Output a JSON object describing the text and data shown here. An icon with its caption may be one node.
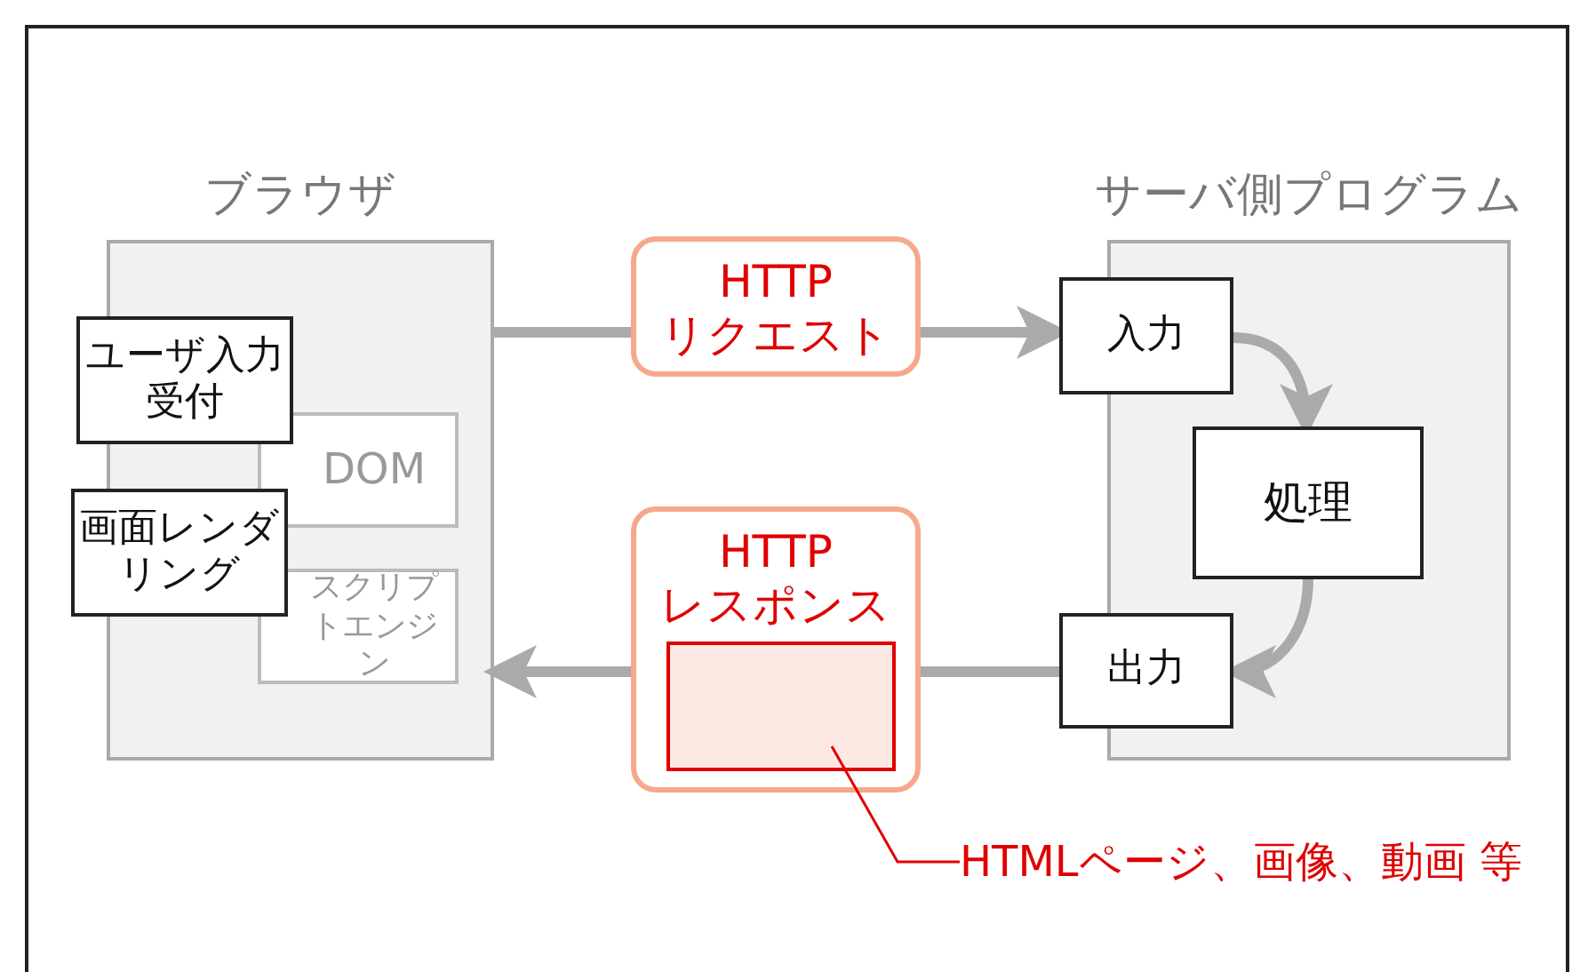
{
  "diagram": {
    "nodes": [
      {
        "text": [
          "ブラウザ"
        ]
      },
      {
        "text": [
          "ユーザ入力受付"
        ]
      },
      {
        "text": [
          "DOM"
        ],
        "in": 0
      },
      {
        "text": [
          "画面レンダリング"
        ]
      },
      {
        "text": [
          "スクリプトエンジン"
        ],
        "in": 0
      },
      {
        "text": [
          "HTTP リクエスト"
        ]
      },
      {
        "text": [
          "HTTP レスポンス"
        ]
      },
      {
        "text": [],
        "shape": "box",
        "in": 6
      },
      {
        "text": [
          "HTMLページ、画像、動画 等"
        ]
      },
      {
        "text": [
          "サーバ側プログラム"
        ]
      },
      {
        "text": [
          "入力"
        ]
      },
      {
        "text": [
          "処理"
        ],
        "in": 9
      },
      {
        "text": [
          "出力"
        ]
      }
    ],
    "edges": [
      {
        "from": 0,
        "to": 5,
        "arrow": "none"
      },
      {
        "from": 5,
        "to": 10,
        "arrow": "to"
      },
      {
        "from": 10,
        "to": 11,
        "arrow": "to"
      },
      {
        "from": 11,
        "to": 12,
        "arrow": "to"
      },
      {
        "from": 12,
        "to": 6,
        "arrow": "none"
      },
      {
        "from": 6,
        "to": 0,
        "arrow": "to"
      },
      {
        "from": 8,
        "to": 7,
        "arrow": "none",
        "color": "#e00000"
      }
    ]
  }
}
